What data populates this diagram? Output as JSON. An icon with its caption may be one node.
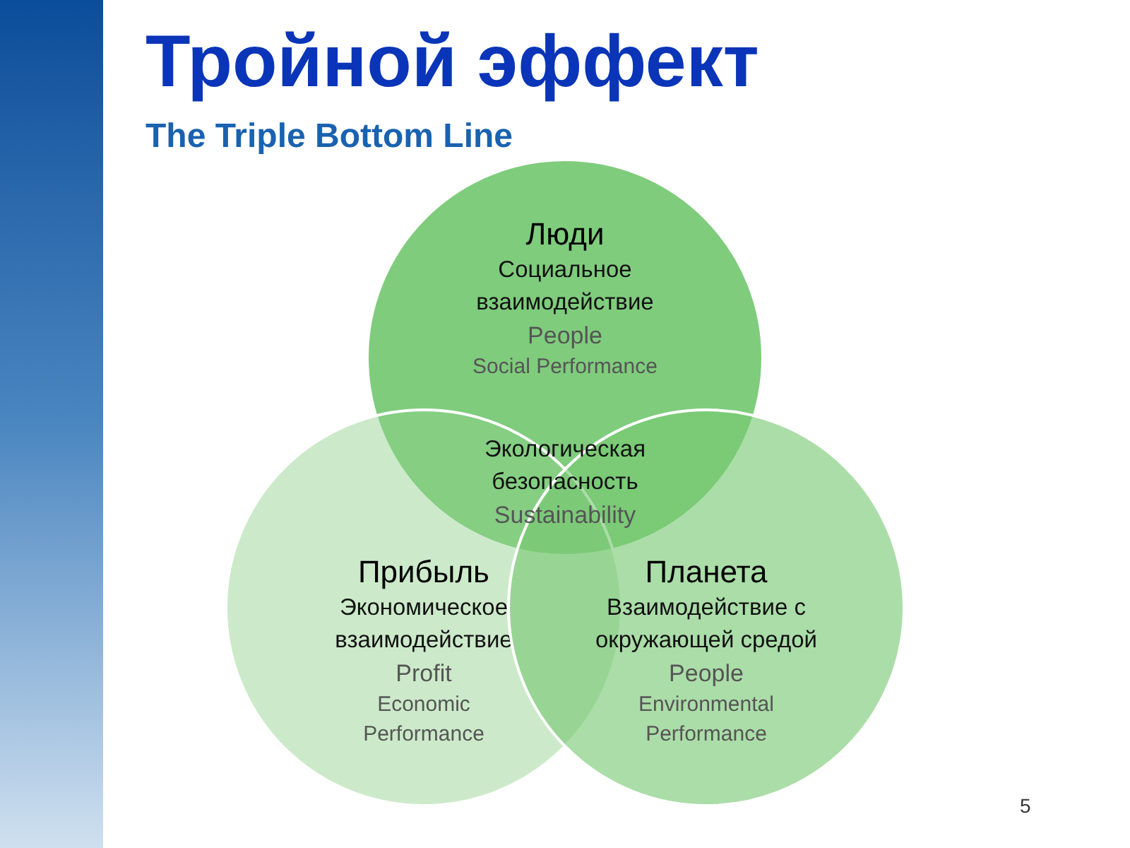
{
  "diagram": {
    "title": "Тройной эффект",
    "nodes": [
      {
        "text": [
          "Люди",
          "Социальное взаимодействие",
          "People",
          "Social Performance"
        ]
      },
      {
        "text": [
          "Прибыль",
          "Экономическое взаимодействие",
          "Profit",
          "Economic Performance"
        ]
      },
      {
        "text": [
          "Планета",
          "Взаимодействие с окружающей средой",
          "People",
          "Environmental Performance"
        ]
      },
      {
        "text": [
          "Экологическая безопасность",
          "Sustainability"
        ],
        "in": 0
      },
      {
        "text": [],
        "shape": "bar"
      }
    ],
    "labels": [
      "The Triple Bottom Line",
      "5"
    ]
  }
}
